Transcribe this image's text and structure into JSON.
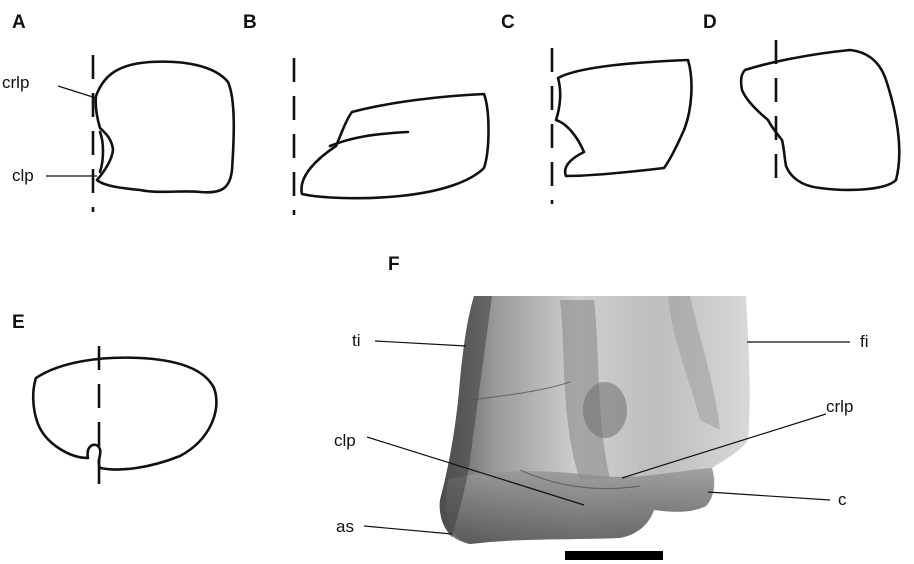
{
  "panels": {
    "a": "A",
    "b": "B",
    "c": "C",
    "d": "D",
    "e": "E",
    "f": "F"
  },
  "labels_a": {
    "crlp": "crlp",
    "clp": "clp"
  },
  "labels_f": {
    "ti": "ti",
    "fi": "fi",
    "clp": "clp",
    "crlp": "crlp",
    "c": "c",
    "as": "as"
  },
  "colors": {
    "ink": "#111111",
    "bone_light": "#c9c9c9",
    "bone_dark": "#5a5a5a",
    "scale_bar": "#000000"
  }
}
